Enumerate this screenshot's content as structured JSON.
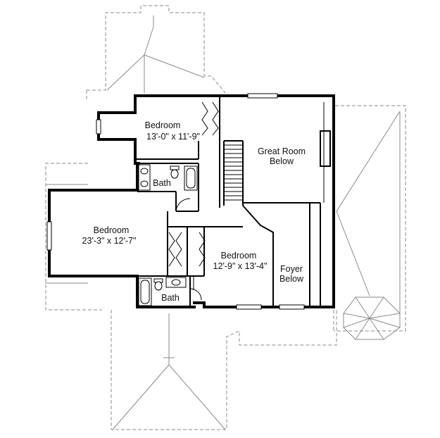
{
  "rooms": {
    "bedroom_top": {
      "name": "Bedroom",
      "size": "13'-0\" x 11'-9\""
    },
    "bedroom_left": {
      "name": "Bedroom",
      "size": "23'-3\" x 12'-7\""
    },
    "bedroom_center": {
      "name": "Bedroom",
      "size": "12'-9\" x 13'-4\""
    },
    "bath_upper": {
      "name": "Bath"
    },
    "bath_lower": {
      "name": "Bath"
    },
    "great_room": {
      "line1": "Great Room",
      "line2": "Below"
    },
    "foyer": {
      "line1": "Foyer",
      "line2": "Below"
    }
  }
}
